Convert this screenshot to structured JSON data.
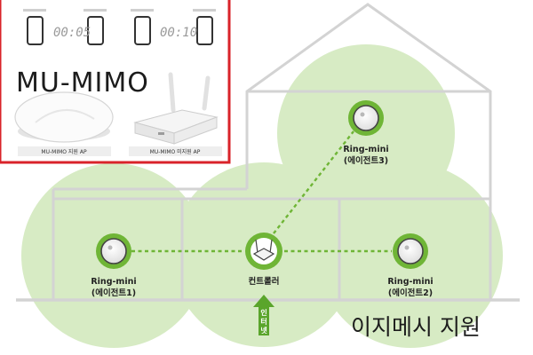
{
  "inset": {
    "border_color": "#d9232a",
    "timer_left": "00:05",
    "timer_right": "00:10",
    "title": "MU-MIMO",
    "caption_left": "MU-MIMO 지원 AP",
    "caption_right": "MU-MIMO 미지원 AP"
  },
  "nodes": {
    "agent1": {
      "name": "Ring-mini",
      "role": "(에이전트1)"
    },
    "agent2": {
      "name": "Ring-mini",
      "role": "(에이전트2)"
    },
    "agent3": {
      "name": "Ring-mini",
      "role": "(에이전트3)"
    },
    "controller": {
      "name": "컨트롤러"
    }
  },
  "internet": {
    "chars": [
      "인",
      "터",
      "넷"
    ]
  },
  "caption": "이지메시 지원",
  "colors": {
    "coverage": "#d7ebc4",
    "mesh_link": "#6fb536",
    "node_ring": "#6fb536",
    "arrow": "#5aa52b",
    "house_line": "#d3d3d3"
  }
}
